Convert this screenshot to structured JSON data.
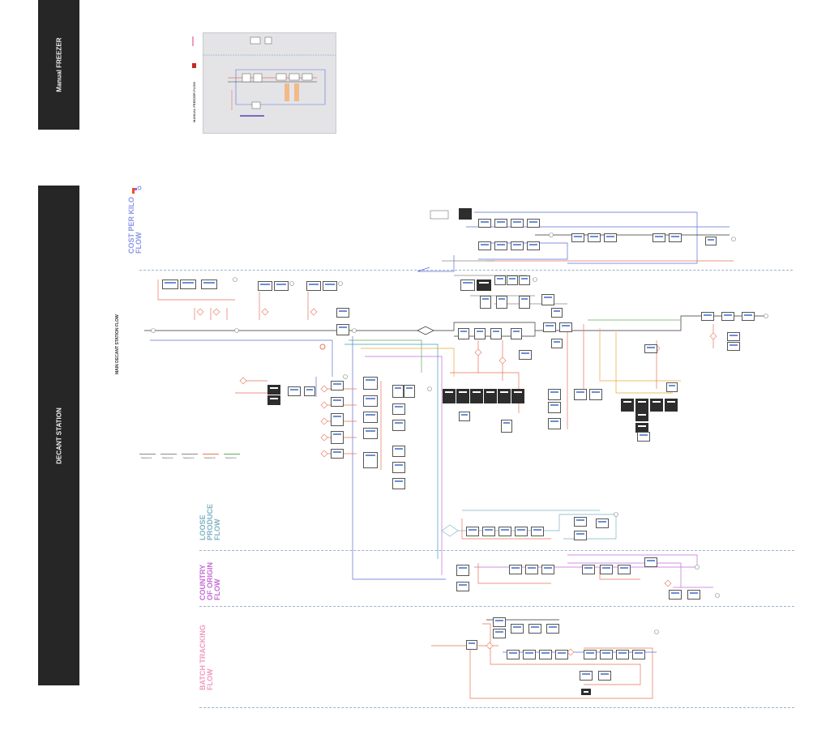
{
  "sections": {
    "manual_freezer": {
      "label": "Manual FREEZER"
    },
    "decant_station": {
      "label": "DECANT STATION"
    }
  },
  "thumbnail": {
    "title": "MANUAL FREEZER FLOW"
  },
  "flows": {
    "cost_per_kilo": {
      "title": "COST PER KILO\nFLOW",
      "color": "#8a95e8"
    },
    "main_decant": {
      "title": "MAIN DECANT STATION FLOW",
      "color": "#333333"
    },
    "loose_produce": {
      "title": "LOOSE\nPRODUCE\nFLOW",
      "color": "#7fb2c4"
    },
    "country_of_origin": {
      "title": "COUNTRY\nOF ORIGIN\nFLOW",
      "color": "#c56bd6"
    },
    "batch_tracking": {
      "title": "BATCH TRACKING\nFLOW",
      "color": "#f29ac2"
    }
  },
  "connector_colors": {
    "red": "#e8735a",
    "blue": "#5b6fd6",
    "purple": "#c56bd6",
    "green": "#5fae5a",
    "teal": "#3a9fb5",
    "orange": "#e8a63a",
    "gray": "#8a8a8a"
  },
  "legend": {
    "items": [
      "Sequence",
      "Sequence",
      "Sequence",
      "Sequence",
      "Sequence"
    ]
  }
}
